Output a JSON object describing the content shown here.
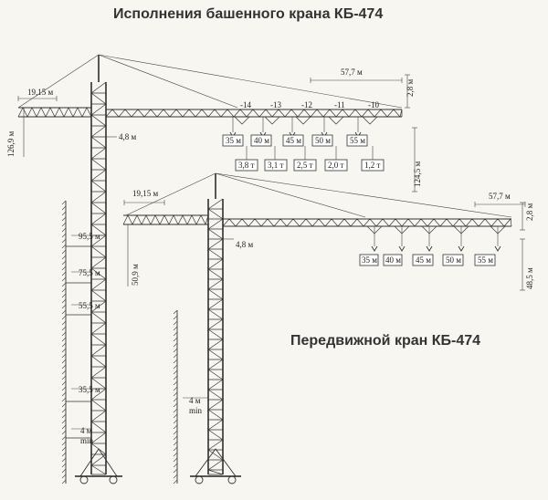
{
  "titles": {
    "tower_crane": "Исполнения башенного крана КБ-474",
    "mobile_crane": "Передвижной кран КБ-474"
  },
  "tower": {
    "counter_jib": "19,15 м",
    "offset": "4,8 м",
    "top_height": "126,9 м",
    "jib_length": "57,7 м",
    "hook_drop": "2,8 м",
    "hook_height": "124,5 м",
    "section_marks": [
      "-14",
      "-13",
      "-12",
      "-11",
      "-10"
    ],
    "reach_boxes": [
      "35 м",
      "40 м",
      "45 м",
      "50 м",
      "55 м"
    ],
    "loads": [
      "3,8 т",
      "3,1 т",
      "2,5 т",
      "2,0 т",
      "1,2 т"
    ],
    "mast_heights": [
      "95,5 м",
      "75,5 м",
      "55,5 м",
      "35,5 м",
      "4 м",
      "min"
    ]
  },
  "mobile": {
    "counter_jib": "19,15 м",
    "offset": "4,8 м",
    "top_height": "50,9 м",
    "jib_length": "57,7 м",
    "hook_drop": "2,8 м",
    "hook_height": "48,5 м",
    "reach_boxes": [
      "35 м",
      "40 м",
      "45 м",
      "50 м",
      "55 м"
    ],
    "mast_heights": [
      "4 м",
      "min"
    ]
  },
  "colors": {
    "ink": "#333333",
    "paper": "#f7f6f1"
  }
}
